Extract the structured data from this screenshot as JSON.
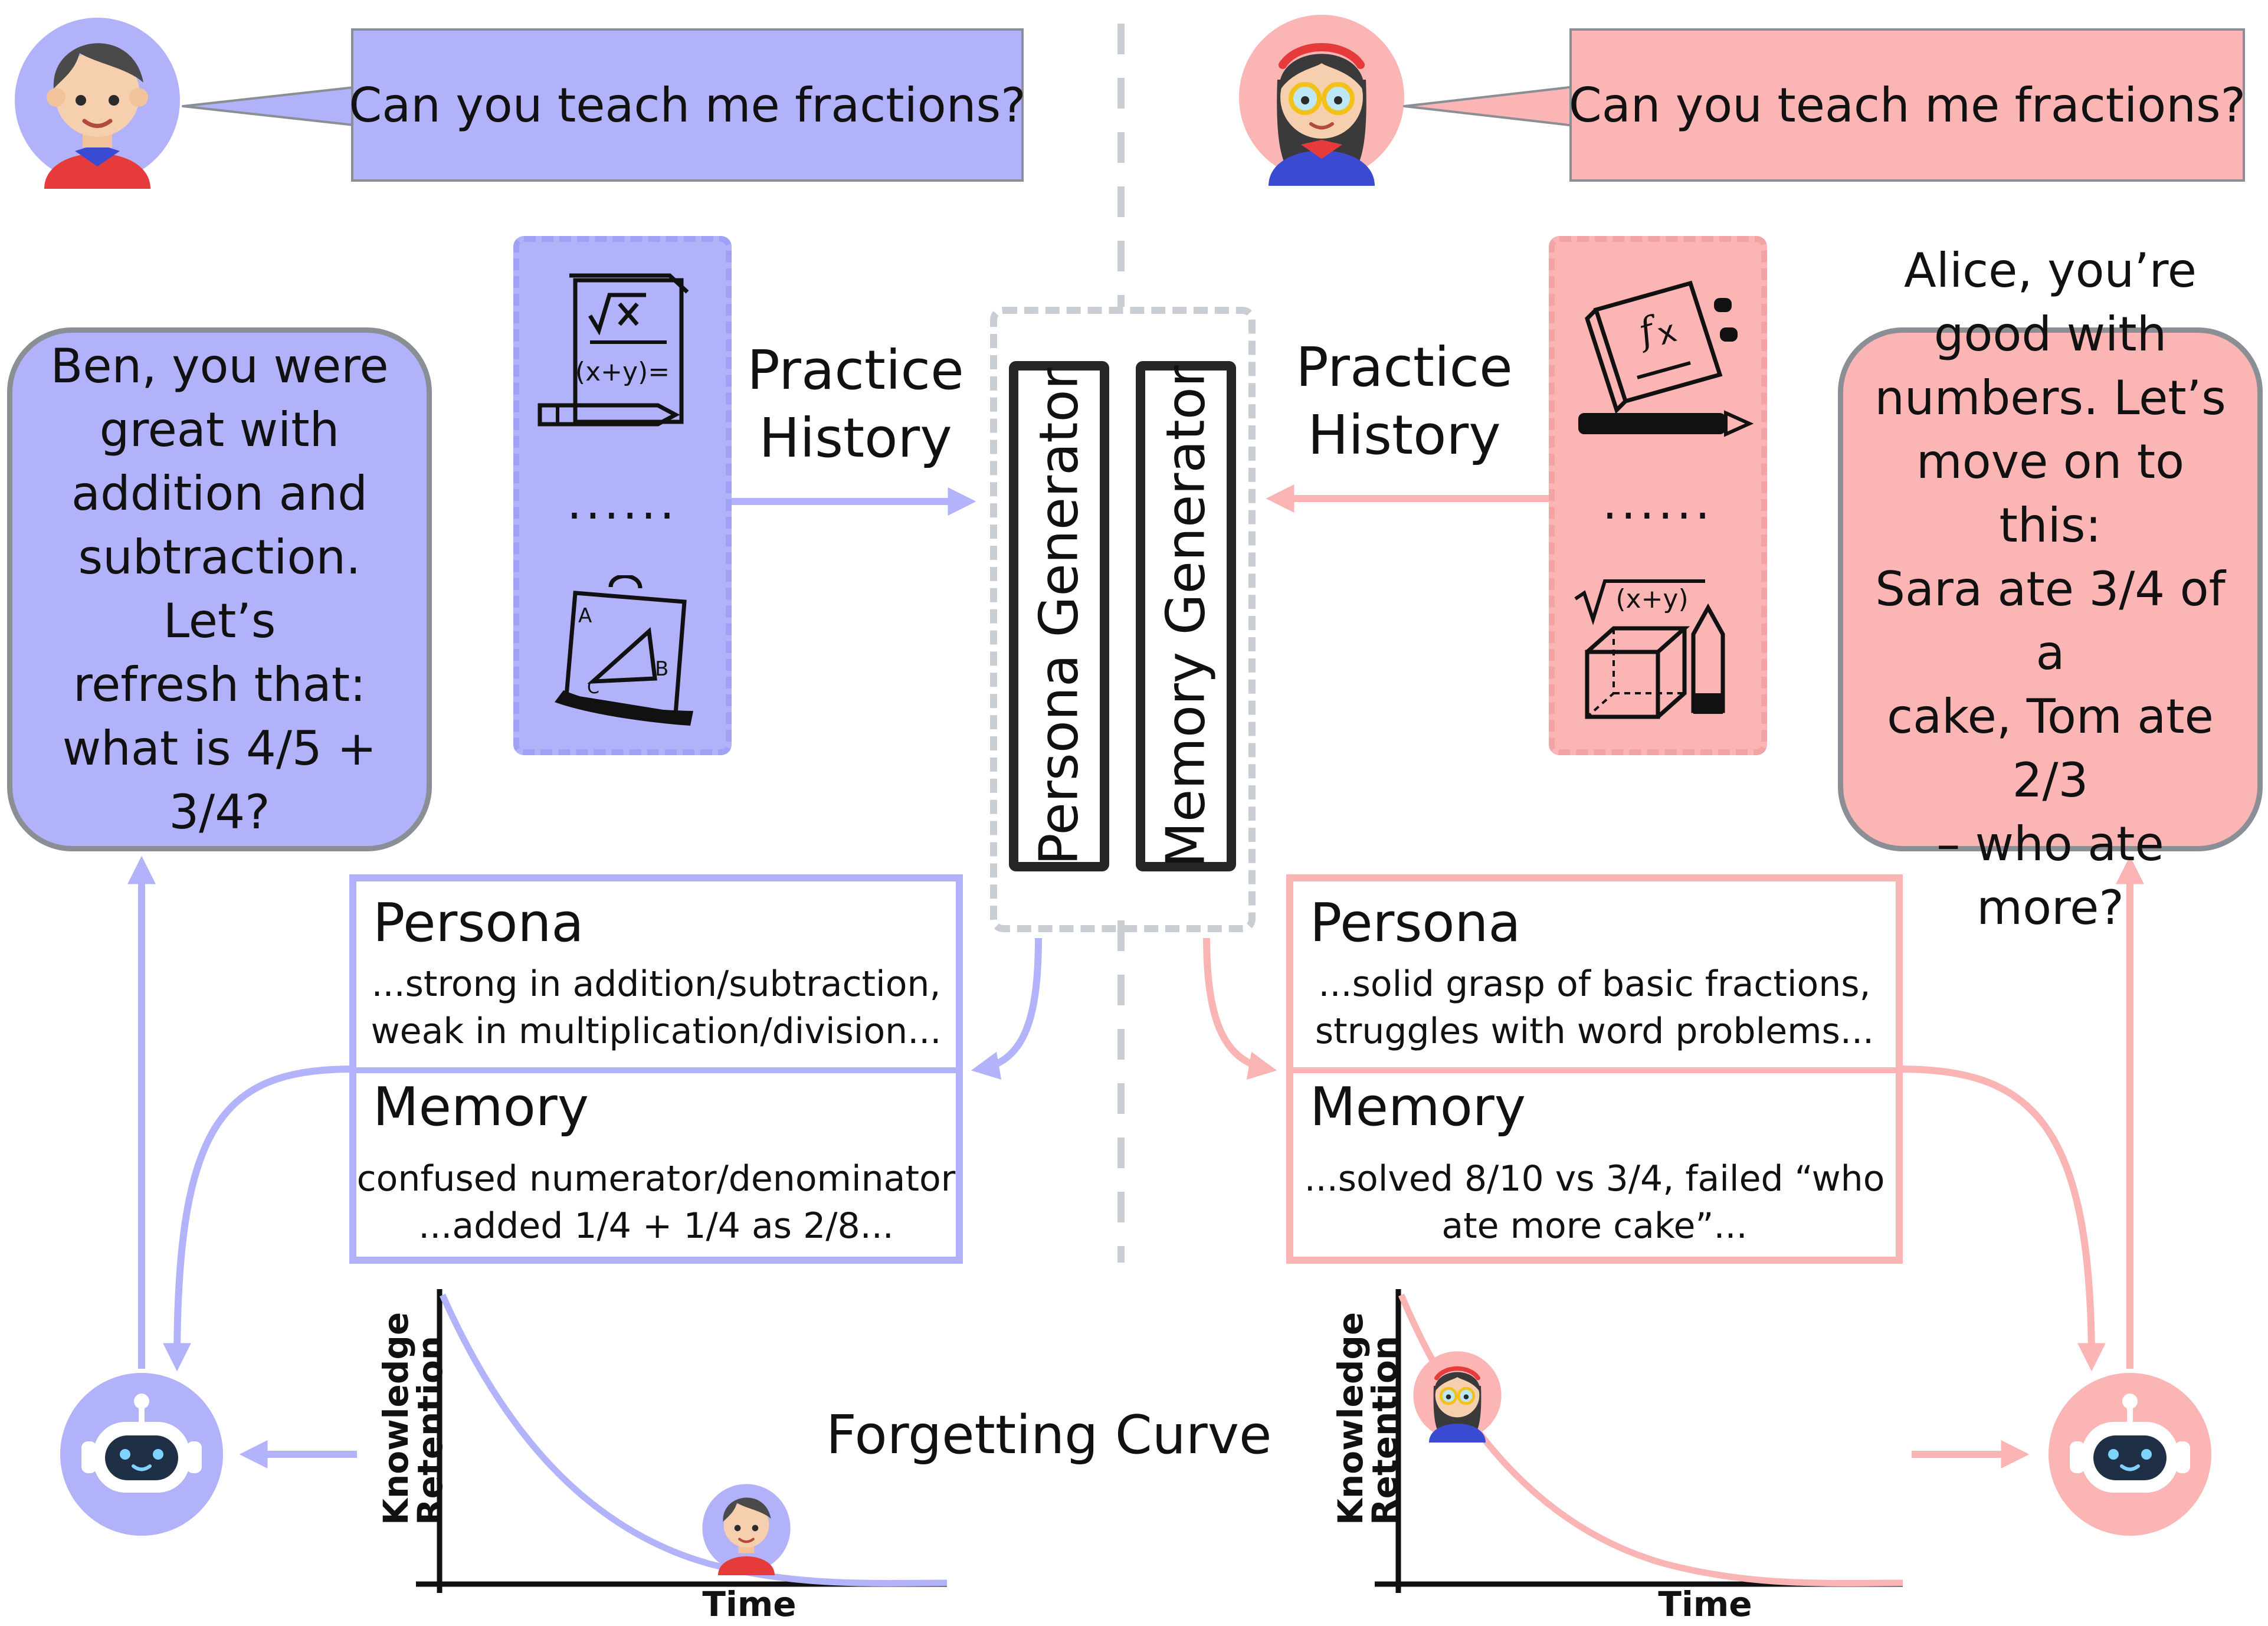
{
  "colors": {
    "blue": "#b2b2fb",
    "blue_line": "#b3b3fb",
    "pink": "#fbb5b5",
    "pink_line": "#fab4b4",
    "divider": "#c9ced4",
    "frame_gray": "#8a8f96"
  },
  "icons": {
    "student_left": "boy-avatar-icon",
    "student_right": "girl-avatar-icon",
    "practice_left": [
      "math-worksheet-icon",
      "geometry-triangle-icon"
    ],
    "practice_right": [
      "function-notebook-icon",
      "cube-pencil-icon"
    ],
    "tutor": "robot-head-icon"
  },
  "left": {
    "question": "Can you teach me fractions?",
    "response": "Ben, you were\ngreat with\naddition and\nsubtraction. Let’s\nrefresh that:\nwhat is 4/5 +\n3/4?",
    "practice_label": "Practice\nHistory",
    "dots": "......",
    "persona_heading": "Persona",
    "persona_text": "...strong in addition/subtraction,\nweak in multiplication/division...",
    "memory_heading": "Memory",
    "memory_text": "confused numerator/denominator\n...added 1/4 + 1/4 as 2/8...",
    "y_label_line1": "Knowledge",
    "y_label_line2": "Retention",
    "x_label": "Time"
  },
  "right": {
    "question": "Can you teach me fractions?",
    "response": "Alice, you’re\ngood with\nnumbers. Let’s\nmove on to this:\nSara ate 3/4 of a\ncake, Tom ate 2/3\n– who ate more?",
    "practice_label": "Practice\nHistory",
    "dots": "......",
    "persona_heading": "Persona",
    "persona_text": "...solid grasp of basic fractions,\nstruggles with word problems...",
    "memory_heading": "Memory",
    "memory_text": "...solved 8/10 vs 3/4, failed “who\nate more cake”...",
    "y_label_line1": "Knowledge",
    "y_label_line2": "Retention",
    "x_label": "Time"
  },
  "center": {
    "persona_generator": "Persona Generator",
    "memory_generator": "Memory Generator",
    "curve_title": "Forgetting Curve"
  }
}
